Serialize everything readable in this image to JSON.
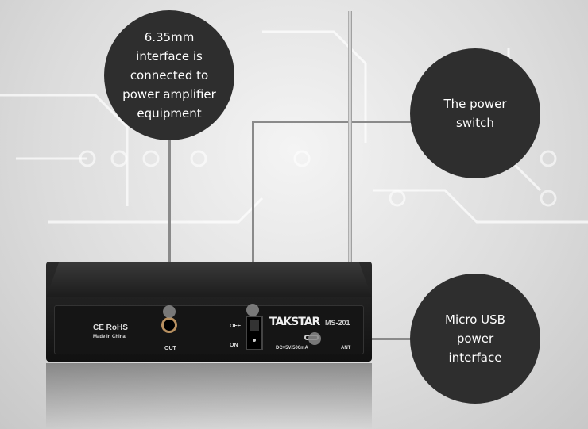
{
  "callouts": [
    {
      "text": "6.35mm interface is connected to power amplifier equipment"
    },
    {
      "text": "The power switch"
    },
    {
      "text": "Micro USB power interface"
    }
  ],
  "device": {
    "brand": "TAKSTAR",
    "model": "MS-201",
    "out_label": "OUT",
    "off_label": "OFF",
    "on_label": "ON",
    "dc_label": "DC=5V/500mA",
    "cert": "CE RoHS",
    "made_in": "Made in China",
    "ant_label": "ANT"
  },
  "colors": {
    "circle": "#2e2e2e",
    "line": "#8a8a8a"
  }
}
